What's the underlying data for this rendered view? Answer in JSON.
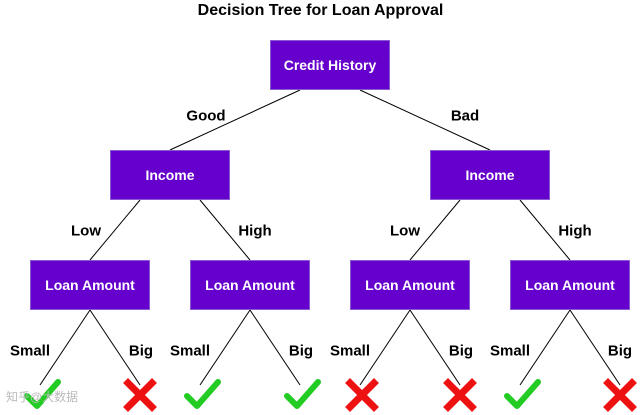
{
  "title": "Decision Tree for Loan Approval",
  "colors": {
    "node_fill": "#6600cc",
    "check": "#22cc22",
    "cross": "#ee1111"
  },
  "nodes": {
    "root": "Credit History",
    "left": "Income",
    "right": "Income",
    "ll": "Loan Amount",
    "lr": "Loan Amount",
    "rl": "Loan Amount",
    "rr": "Loan Amount"
  },
  "edge_labels": {
    "root_left": "Good",
    "root_right": "Bad",
    "left_l": "Low",
    "left_r": "High",
    "right_l": "Low",
    "right_r": "High",
    "ll_l": "Small",
    "ll_r": "Big",
    "lr_l": "Small",
    "lr_r": "Big",
    "rl_l": "Small",
    "rl_r": "Big",
    "rr_l": "Small",
    "rr_r": "Big"
  },
  "leaves": [
    {
      "outcome": "approve",
      "icon": "check-icon"
    },
    {
      "outcome": "reject",
      "icon": "cross-icon"
    },
    {
      "outcome": "approve",
      "icon": "check-icon"
    },
    {
      "outcome": "approve",
      "icon": "check-icon"
    },
    {
      "outcome": "reject",
      "icon": "cross-icon"
    },
    {
      "outcome": "reject",
      "icon": "cross-icon"
    },
    {
      "outcome": "approve",
      "icon": "check-icon"
    },
    {
      "outcome": "reject",
      "icon": "cross-icon"
    }
  ],
  "watermark": "知乎@大数据"
}
